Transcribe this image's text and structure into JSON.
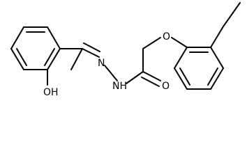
{
  "molecule": {
    "atoms": {
      "OH": "OH",
      "N1": "N",
      "NH": "NH",
      "O_carbonyl": "O",
      "O_ether": "O"
    }
  },
  "colors": {
    "line": "#000000",
    "background": "#ffffff"
  }
}
